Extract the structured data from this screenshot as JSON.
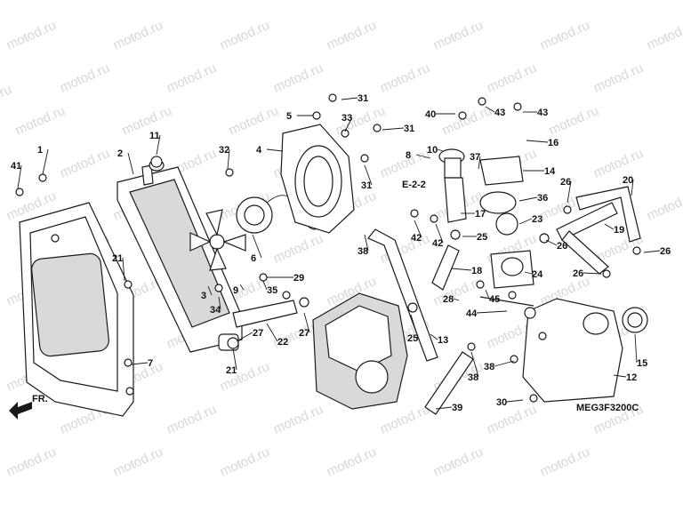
{
  "watermark": "motod.ru",
  "diagram_code": "MEG3F3200C",
  "section_ref": "E-2-2",
  "front_marker": "FR.",
  "colors": {
    "ink": "#1a1a1a",
    "watermark": "#d7d7d7",
    "paper": "#ffffff"
  },
  "callouts": [
    "1",
    "2",
    "3",
    "4",
    "5",
    "6",
    "7",
    "8",
    "9",
    "10",
    "11",
    "12",
    "13",
    "14",
    "15",
    "16",
    "17",
    "18",
    "19",
    "20",
    "21",
    "21",
    "22",
    "23",
    "24",
    "25",
    "25",
    "26",
    "26",
    "26",
    "26",
    "27",
    "27",
    "28",
    "29",
    "30",
    "31",
    "31",
    "31",
    "32",
    "33",
    "34",
    "35",
    "36",
    "37",
    "38",
    "38",
    "38",
    "39",
    "40",
    "41",
    "42",
    "42",
    "43",
    "43",
    "44",
    "45"
  ]
}
